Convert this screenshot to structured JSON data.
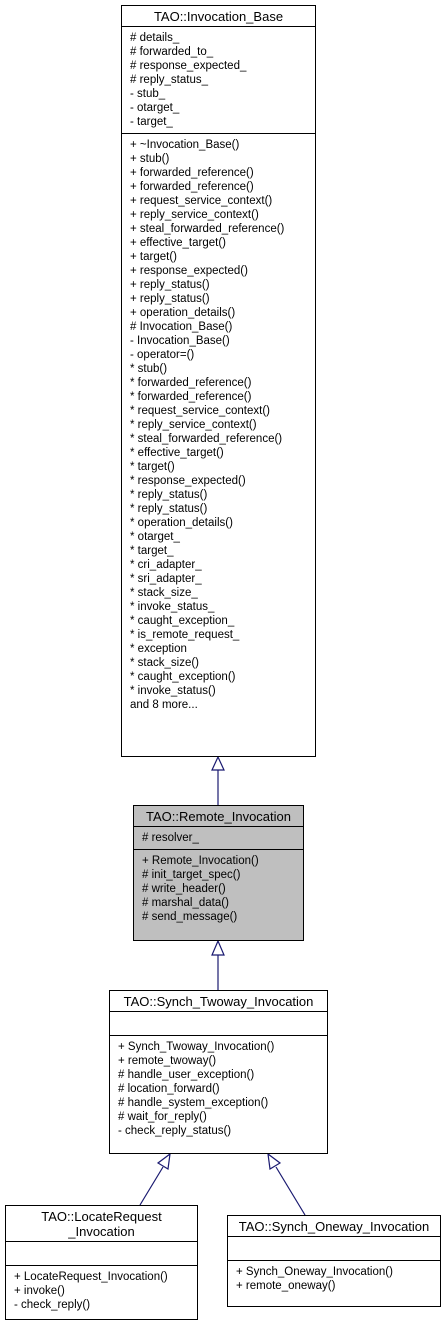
{
  "classes": {
    "invocation_base": {
      "title": "TAO::Invocation_Base",
      "attributes": [
        "# details_",
        "# forwarded_to_",
        "# response_expected_",
        "# reply_status_",
        "- stub_",
        "- otarget_",
        "- target_"
      ],
      "operations": [
        "+ ~Invocation_Base()",
        "+ stub()",
        "+ forwarded_reference()",
        "+ forwarded_reference()",
        "+ request_service_context()",
        "+ reply_service_context()",
        "+ steal_forwarded_reference()",
        "+ effective_target()",
        "+ target()",
        "+ response_expected()",
        "+ reply_status()",
        "+ reply_status()",
        "+ operation_details()",
        "# Invocation_Base()",
        "- Invocation_Base()",
        "- operator=()",
        "* stub()",
        "* forwarded_reference()",
        "* forwarded_reference()",
        "* request_service_context()",
        "* reply_service_context()",
        "* steal_forwarded_reference()",
        "* effective_target()",
        "* target()",
        "* response_expected()",
        "* reply_status()",
        "* reply_status()",
        "* operation_details()",
        "* otarget_",
        "* target_",
        "* cri_adapter_",
        "* sri_adapter_",
        "* stack_size_",
        "* invoke_status_",
        "* caught_exception_",
        "* is_remote_request_",
        "* exception",
        "* stack_size()",
        "* caught_exception()",
        "* invoke_status()",
        "and 8 more..."
      ]
    },
    "remote_invocation": {
      "title": "TAO::Remote_Invocation",
      "attributes": [
        "# resolver_"
      ],
      "operations": [
        "+ Remote_Invocation()",
        "# init_target_spec()",
        "# write_header()",
        "# marshal_data()",
        "# send_message()"
      ]
    },
    "synch_twoway_invocation": {
      "title": "TAO::Synch_Twoway_Invocation",
      "attributes": [],
      "operations": [
        "+ Synch_Twoway_Invocation()",
        "+ remote_twoway()",
        "# handle_user_exception()",
        "# location_forward()",
        "# handle_system_exception()",
        "# wait_for_reply()",
        "- check_reply_status()"
      ]
    },
    "locate_request_invocation": {
      "title": "TAO::LocateRequest\n_Invocation",
      "attributes": [],
      "operations": [
        "+ LocateRequest_Invocation()",
        "+ invoke()",
        "- check_reply()"
      ]
    },
    "synch_oneway_invocation": {
      "title": "TAO::Synch_Oneway_Invocation",
      "attributes": [],
      "operations": [
        "+ Synch_Oneway_Invocation()",
        "+ remote_oneway()"
      ]
    }
  },
  "colors": {
    "highlight_fill": "#bfbfbf",
    "edge": "#191970",
    "border": "#000000"
  }
}
